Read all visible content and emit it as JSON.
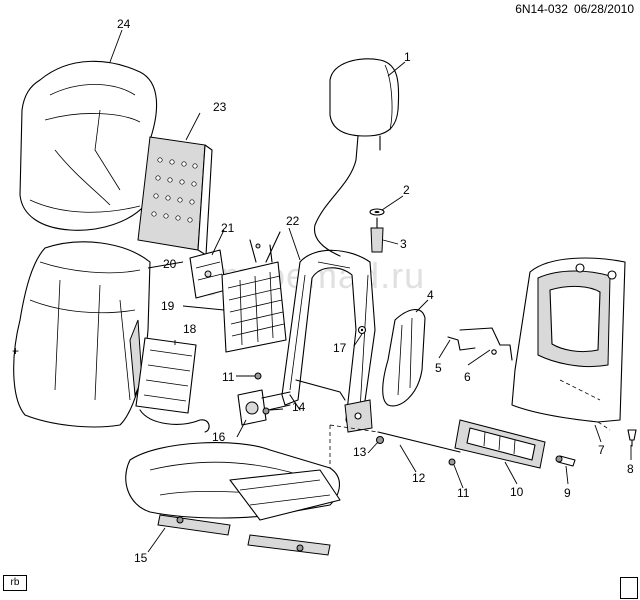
{
  "header": {
    "diagram_code": "6N14-032",
    "date": "06/28/2010"
  },
  "footer": {
    "corner_code": "rb"
  },
  "watermark": "gm-oemad.ru",
  "callouts": {
    "c1": "1",
    "c2": "2",
    "c3": "3",
    "c4": "4",
    "c5": "5",
    "c6": "6",
    "c7": "7",
    "c8": "8",
    "c9": "9",
    "c10": "10",
    "c11a": "11",
    "c11b": "11",
    "c12": "12",
    "c13": "13",
    "c14": "14",
    "c15": "15",
    "c16": "16",
    "c17": "17",
    "c18": "18",
    "c19": "19",
    "c20": "20",
    "c21": "21",
    "c22": "22",
    "c23": "23",
    "c24": "24"
  }
}
